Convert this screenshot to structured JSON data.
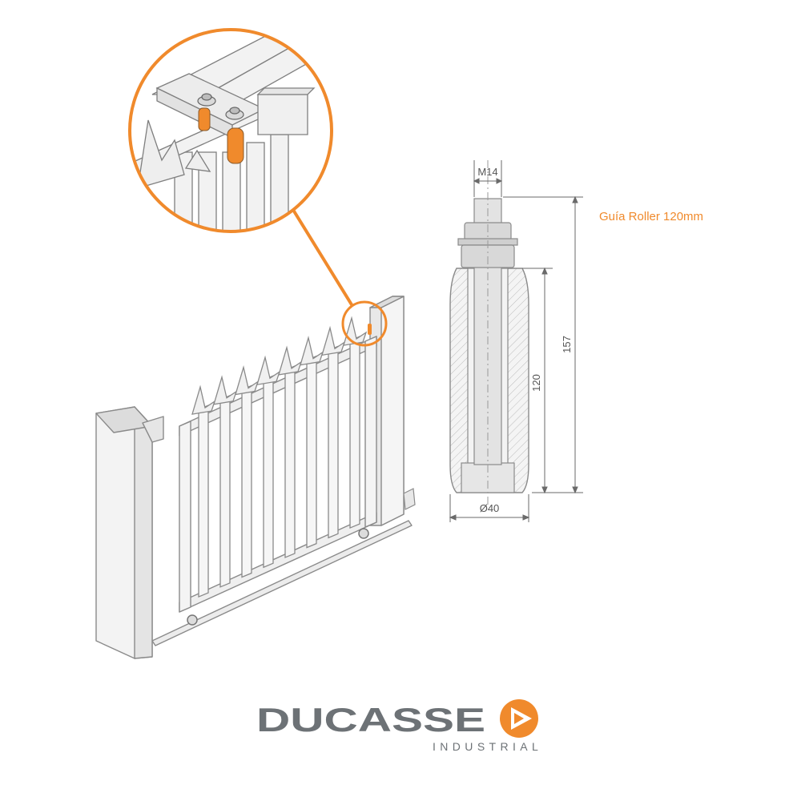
{
  "product": {
    "title": "Guía Roller 120mm"
  },
  "dimensions": {
    "thread": "M14",
    "total_height": "157",
    "roller_height": "120",
    "diameter": "Ø40"
  },
  "brand": {
    "name": "DUCASSE",
    "subtitle": "INDUSTRIAL",
    "logo_icon": "play-triangle-icon"
  },
  "colors": {
    "accent": "#f08a2c",
    "brand_gray": "#6d7276",
    "line": "#8a8a8a",
    "fill_light": "#f1f1f1"
  }
}
